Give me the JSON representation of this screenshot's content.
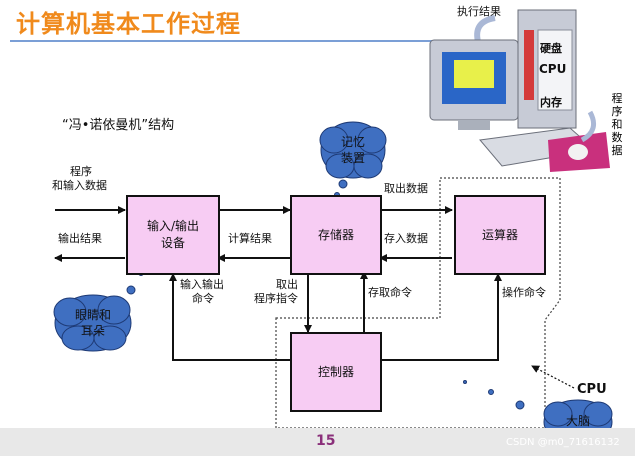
{
  "slide": {
    "title": "计算机基本工作过程",
    "subtitle": "“冯•诺依曼机”结构",
    "page_number": "15",
    "watermark": "CSDN @m0_71616132"
  },
  "computer": {
    "exec_result": "执行结果",
    "hard_disk": "硬盘",
    "cpu": "CPU",
    "memory": "内存",
    "program_data": [
      "程",
      "序",
      "和",
      "数",
      "据"
    ]
  },
  "boxes": {
    "io": [
      "输入/输出",
      "设备"
    ],
    "memory": "存储器",
    "alu": "运算器",
    "control": "控制器"
  },
  "labels": {
    "program_input": [
      "程序",
      "和输入数据"
    ],
    "output_result": "输出结果",
    "compute_result": "计算结果",
    "fetch_data": "取出数据",
    "store_data": "存入数据",
    "io_command": [
      "输入输出",
      "命令"
    ],
    "fetch_instruction": [
      "取出",
      "程序指令"
    ],
    "access_command": "存取命令",
    "operate_command": "操作命令",
    "cpu": "CPU"
  },
  "bubbles": {
    "memory_thought": [
      "记忆",
      "装置"
    ],
    "eyes_ears": [
      "眼睛和",
      "耳朵"
    ],
    "brain": "大脑"
  },
  "colors": {
    "title": "#f08a1c",
    "box_fill": "#f7ccf3",
    "cloud_fill": "#3f6fc1",
    "page_number": "#8a2f7a"
  }
}
